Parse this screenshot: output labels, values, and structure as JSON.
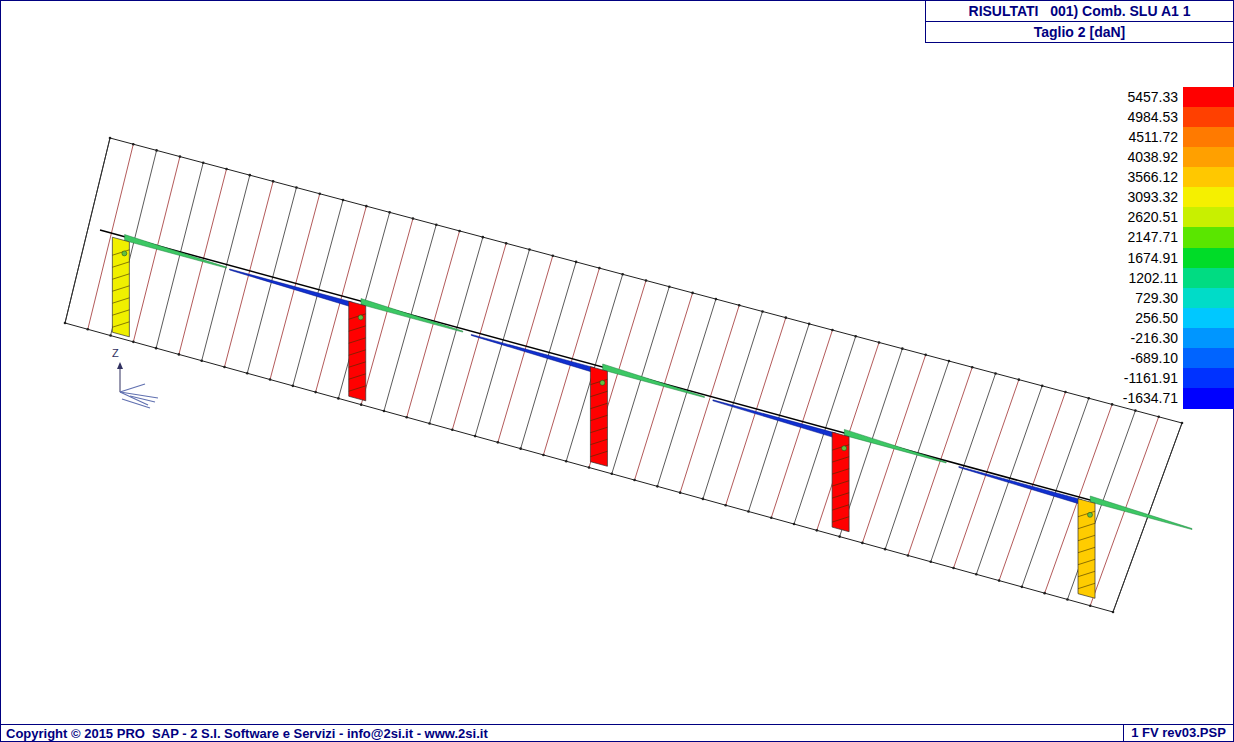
{
  "diagram": {
    "nodes": [
      {
        "text": [
          "RISULTATI   001) Comb. SLU A1 1",
          "Taglio 2 [daN]"
        ]
      },
      {
        "text": [
          "1 FV rev03.PSP"
        ]
      }
    ],
    "labels": [
      "Z",
      "Copyright © 2015 PRO  SAP - 2 S.I. Software e Servizi - info@2si.it - www.2si.it"
    ],
    "legend": [
      {
        "text": "5457.33",
        "color": "#ff0000"
      },
      {
        "text": "4984.53",
        "color": "#ff4000"
      },
      {
        "text": "4511.72",
        "color": "#ff7a00"
      },
      {
        "text": "4038.92",
        "color": "#ffa000"
      },
      {
        "text": "3566.12",
        "color": "#ffc800"
      },
      {
        "text": "3093.32",
        "color": "#f5f000"
      },
      {
        "text": "2620.51",
        "color": "#c8f000"
      },
      {
        "text": "2147.71",
        "color": "#5ae600"
      },
      {
        "text": "1674.91",
        "color": "#00dc28"
      },
      {
        "text": "1202.11",
        "color": "#00dc82"
      },
      {
        "text": "729.30",
        "color": "#00dcc8"
      },
      {
        "text": "256.50",
        "color": "#00c8ff"
      },
      {
        "text": "-216.30",
        "color": "#0096ff"
      },
      {
        "text": "-689.10",
        "color": "#0064ff"
      },
      {
        "text": "-1161.91",
        "color": "#0032ff"
      },
      {
        "text": "-1634.71",
        "color": "#0000ff"
      }
    ]
  }
}
